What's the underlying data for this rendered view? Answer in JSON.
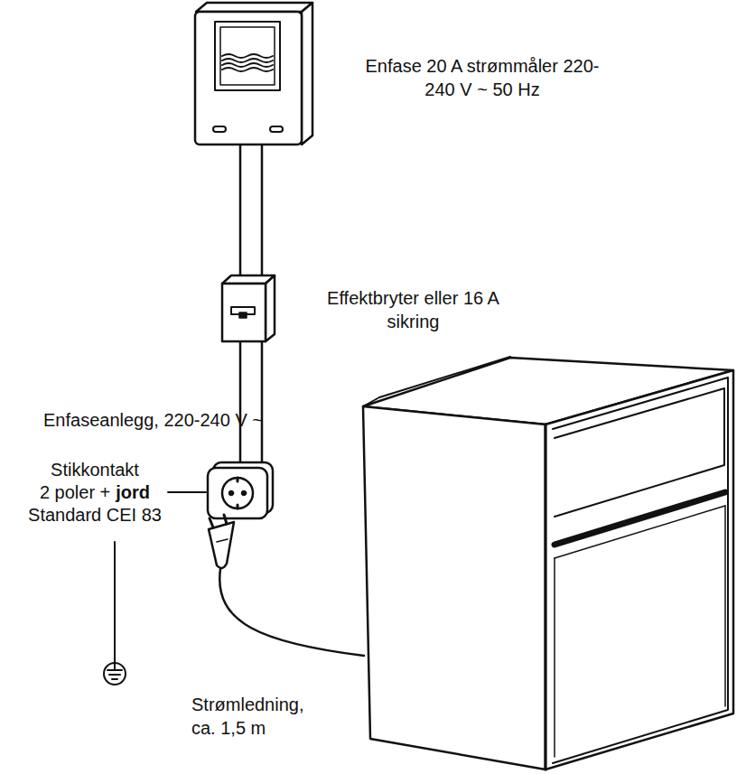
{
  "diagram": {
    "labels": [
      "Enfase 20 A strømmåler 220-240 V ~ 50 Hz",
      "Effektbryter eller 16 A sikring",
      "Enfaseanlegg, 220-240 V ~",
      "Stikkontakt",
      "2 poler +",
      "jord",
      "Standard CEI 83",
      "Strømledning, ca. 1,5 m"
    ]
  }
}
